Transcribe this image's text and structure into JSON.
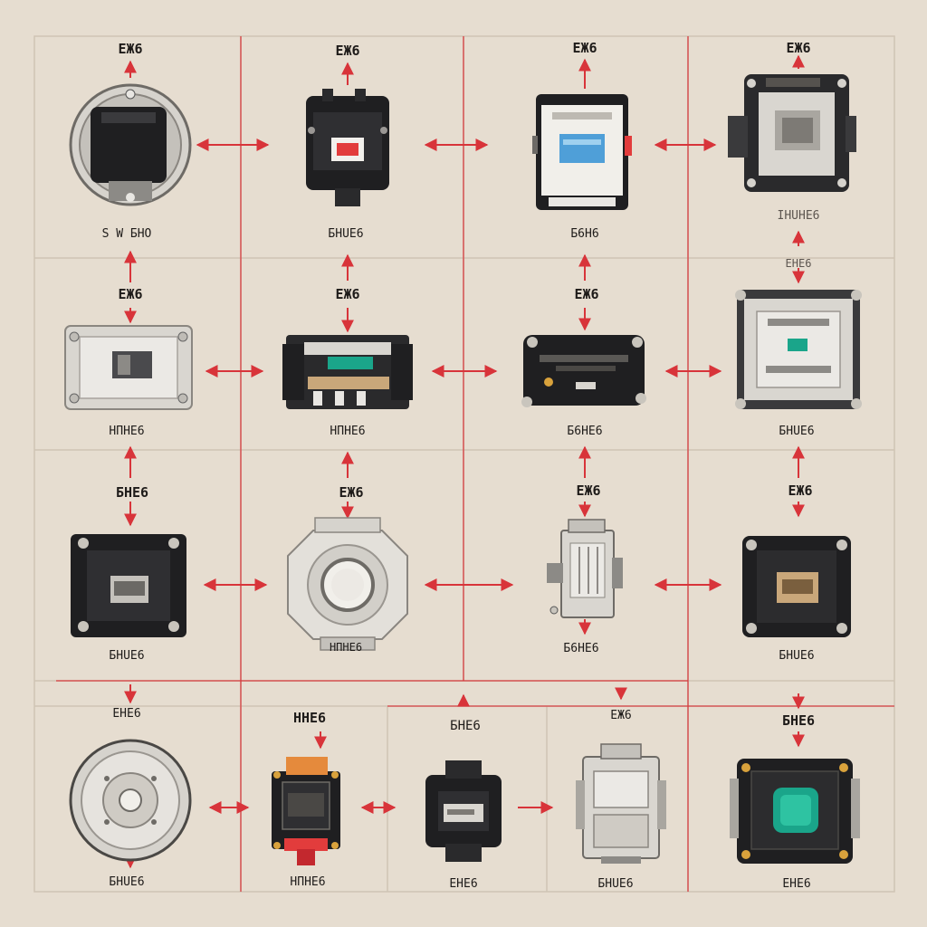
{
  "colors": {
    "background": "#e6ddd0",
    "grid_line": "#cfc4b4",
    "connector": "#d8343a",
    "label": "#1e1b19",
    "device_dark": "#1f1f21",
    "device_light": "#d9d6d0",
    "device_metal": "#b9b6b0",
    "accent_red": "#e23c3c",
    "accent_blue": "#4f9fd8",
    "accent_green": "#1aa58a",
    "accent_orange": "#e58a3c",
    "accent_tan": "#c9a77a"
  },
  "cells": [
    {
      "top_label": "ЕЖ6",
      "bottom_label": "S W БНО",
      "device": "round-dark-module-icon"
    },
    {
      "top_label": "ЕЖ6",
      "bottom_label": "БНUЕ6",
      "device": "dark-red-window-module-icon"
    },
    {
      "top_label": "ЕЖ6",
      "bottom_label": "Б6Н6",
      "device": "white-blue-screen-module-icon"
    },
    {
      "top_label": "ЕЖ6",
      "bottom_label": "ІНUНЕ6",
      "device": "gray-chip-module-icon"
    },
    {
      "top_label": "ЕЖ6",
      "bottom_label": "НПНЕ6",
      "device": "silver-window-plate-icon"
    },
    {
      "top_label": "ЕЖ6",
      "bottom_label": "НПНЕ6",
      "device": "circuit-board-module-icon"
    },
    {
      "top_label": "ЕЖ6",
      "bottom_label": "Б6НЕ6",
      "device": "black-pill-module-icon"
    },
    {
      "top_label": "ЕНЕ6",
      "bottom_label": "БНUЕ6",
      "device": "silver-square-chip-icon"
    },
    {
      "top_label": "БНЕ6",
      "bottom_label": "БНUЕ6",
      "device": "black-square-window-icon"
    },
    {
      "top_label": "ЕЖ6",
      "bottom_label": "НПНЕ6",
      "device": "ring-bearing-module-icon"
    },
    {
      "top_label": "ЕЖ6",
      "bottom_label": "Б6НЕ6",
      "device": "vertical-silver-module-icon"
    },
    {
      "top_label": "ЕЖ6",
      "bottom_label": "БНUЕ6",
      "device": "black-tan-chip-icon"
    },
    {
      "top_label": "ЕНЕ6",
      "bottom_label": "БНUЕ6",
      "device": "round-silver-disc-icon"
    },
    {
      "top_label": "ННЕ6",
      "bottom_label": "НПНЕ6",
      "device": "orange-red-connector-icon"
    },
    {
      "top_label": "БНЕ6",
      "bottom_label": "ЕНЕ6",
      "device": "small-dark-screen-icon"
    },
    {
      "top_label": "ЕЖ6",
      "bottom_label": "БНUЕ6",
      "device": "gray-stacked-module-icon"
    },
    {
      "top_label": "БНЕ6",
      "bottom_label": "ЕНЕ6",
      "device": "green-gem-module-icon"
    }
  ]
}
